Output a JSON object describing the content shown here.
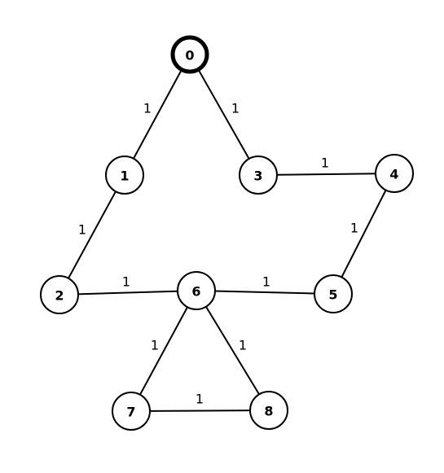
{
  "graph": {
    "root": "0",
    "nodes": [
      {
        "id": "0",
        "label": "0"
      },
      {
        "id": "1",
        "label": "1"
      },
      {
        "id": "2",
        "label": "2"
      },
      {
        "id": "3",
        "label": "3"
      },
      {
        "id": "4",
        "label": "4"
      },
      {
        "id": "5",
        "label": "5"
      },
      {
        "id": "6",
        "label": "6"
      },
      {
        "id": "7",
        "label": "7"
      },
      {
        "id": "8",
        "label": "8"
      }
    ],
    "edges": [
      {
        "from": "0",
        "to": "1",
        "weight": "1"
      },
      {
        "from": "0",
        "to": "3",
        "weight": "1"
      },
      {
        "from": "1",
        "to": "2",
        "weight": "1"
      },
      {
        "from": "3",
        "to": "4",
        "weight": "1"
      },
      {
        "from": "4",
        "to": "5",
        "weight": "1"
      },
      {
        "from": "2",
        "to": "6",
        "weight": "1"
      },
      {
        "from": "6",
        "to": "5",
        "weight": "1"
      },
      {
        "from": "6",
        "to": "7",
        "weight": "1"
      },
      {
        "from": "6",
        "to": "8",
        "weight": "1"
      },
      {
        "from": "7",
        "to": "8",
        "weight": "1"
      }
    ],
    "colors": {
      "stroke": "#000000",
      "fill": "#ffffff"
    }
  }
}
